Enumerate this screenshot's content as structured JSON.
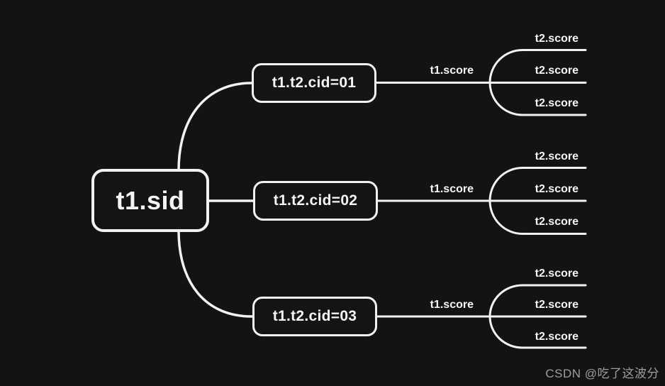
{
  "colors": {
    "background": "#131313",
    "stroke": "#f2f2f2",
    "node_text": "#f5f5f5",
    "watermark_text": "#9d9d9d"
  },
  "root": {
    "label": "t1.sid"
  },
  "branches": [
    {
      "node_label": "t1.t2.cid=01",
      "edge_label": "t1.score",
      "leaves": [
        "t2.score",
        "t2.score",
        "t2.score"
      ]
    },
    {
      "node_label": "t1.t2.cid=02",
      "edge_label": "t1.score",
      "leaves": [
        "t2.score",
        "t2.score",
        "t2.score"
      ]
    },
    {
      "node_label": "t1.t2.cid=03",
      "edge_label": "t1.score",
      "leaves": [
        "t2.score",
        "t2.score",
        "t2.score"
      ]
    }
  ],
  "watermark": {
    "text": "CSDN @吃了这波分"
  }
}
